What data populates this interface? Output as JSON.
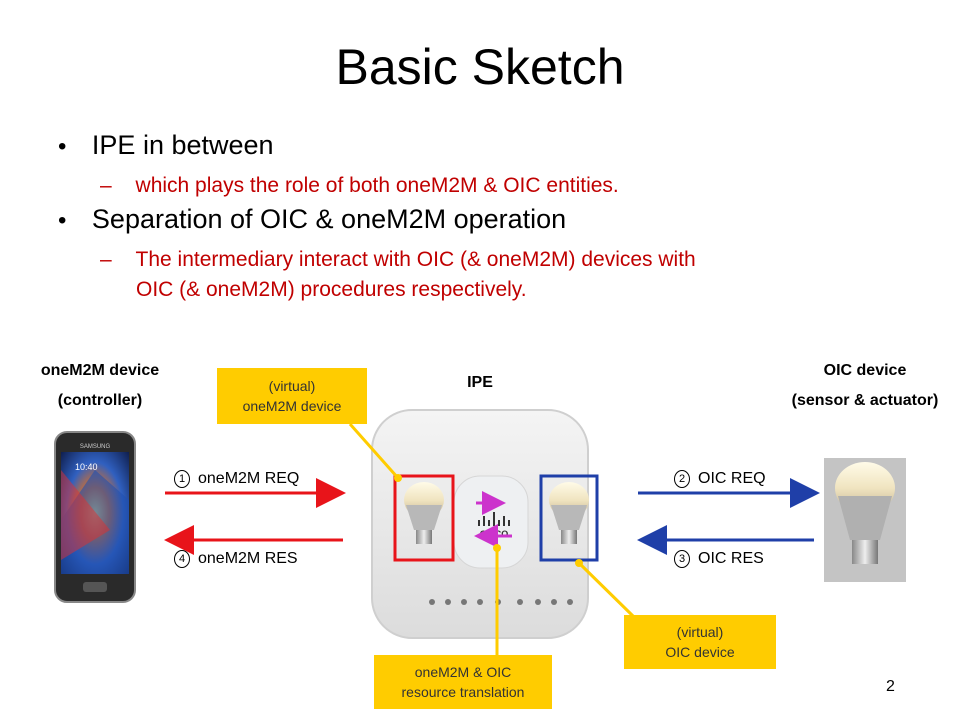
{
  "title": "Basic Sketch",
  "bullets": [
    {
      "text": "IPE in between",
      "sub": "which plays the role of both oneM2M & OIC entities."
    },
    {
      "text": "Separation of OIC & oneM2M operation",
      "sub_line1": "The intermediary interact with OIC (& oneM2M) devices with",
      "sub_line2": "OIC (& oneM2M) procedures respectively."
    }
  ],
  "left_device": {
    "line1": "oneM2M device",
    "line2": "(controller)"
  },
  "right_device": {
    "line1": "OIC device",
    "line2": "(sensor & actuator)"
  },
  "ipe_label": "IPE",
  "callouts": {
    "virtual_onem2m": {
      "line1": "(virtual)",
      "line2": "oneM2M device"
    },
    "virtual_oic": {
      "line1": "(virtual)",
      "line2": "OIC device"
    },
    "translation": {
      "line1": "oneM2M & OIC",
      "line2": "resource translation"
    }
  },
  "arrows": {
    "req1": {
      "num": "1",
      "label": "oneM2M REQ"
    },
    "res4": {
      "num": "4",
      "label": "oneM2M RES"
    },
    "req2": {
      "num": "2",
      "label": "OIC REQ"
    },
    "res3": {
      "num": "3",
      "label": "OIC RES"
    }
  },
  "router_brand": "CISCO",
  "phone_brand": "SAMSUNG",
  "phone_time": "10:40",
  "page_number": "2",
  "colors": {
    "onem2m": "#e8141a",
    "oic": "#1f3fa8",
    "callout": "#ffcc00",
    "sub_text": "#c00000",
    "translation_arrow": "#cc33cc"
  }
}
